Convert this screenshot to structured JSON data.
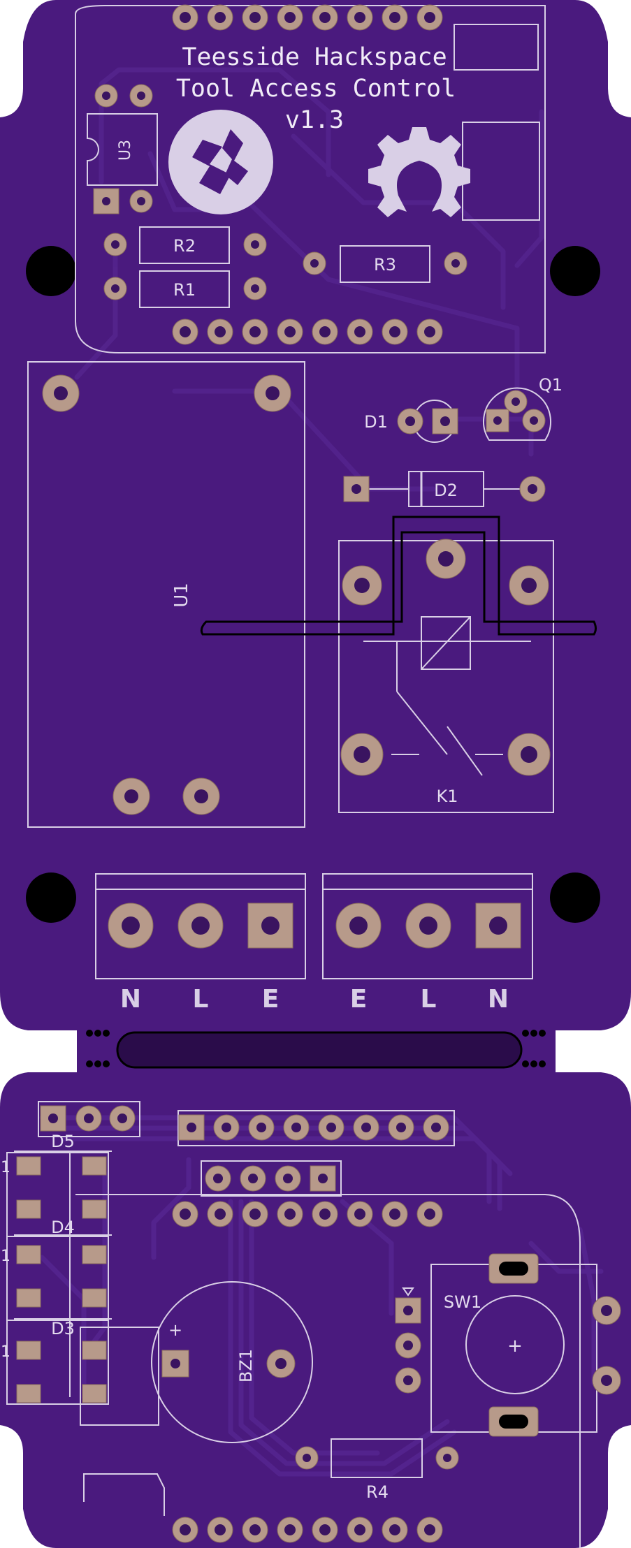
{
  "board": {
    "title_lines": [
      "Teesside Hackspace",
      "Tool Access Control",
      "v1.3"
    ],
    "colors": {
      "solder_mask": "#4a1a7e",
      "board_edge": "#3b1266",
      "silkscreen": "#d9cfe6",
      "pad_copper": "#b79a8a",
      "trace": "#55258f",
      "mount_hole": "#000000"
    },
    "logos": [
      "hackspace-logo-icon",
      "open-hardware-gear-icon"
    ]
  },
  "top_section": {
    "labels": {
      "u3": "U3",
      "r1": "R1",
      "r2": "R2",
      "r3": "R3",
      "u1": "U1",
      "d1": "D1",
      "q1": "Q1",
      "d2": "D2",
      "k1": "K1"
    },
    "terminal_labels": [
      "N",
      "L",
      "E",
      "E",
      "L",
      "N"
    ]
  },
  "bottom_section": {
    "labels": {
      "d5": "D5",
      "d4": "D4",
      "d3": "D3",
      "bz1": "BZ1",
      "bz1_plus": "+",
      "sw1": "SW1",
      "sw1_plus": "+",
      "r4": "R4",
      "pin1_a": "1",
      "pin1_b": "1",
      "pin1_c": "1"
    }
  }
}
